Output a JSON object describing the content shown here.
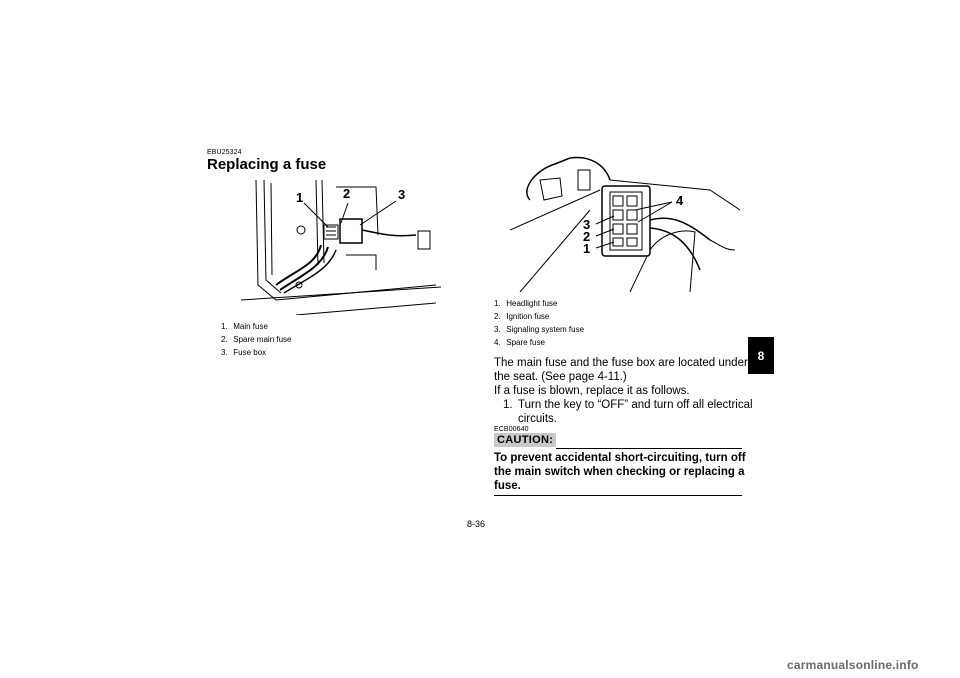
{
  "section": {
    "code": "EBU25324",
    "title": "Replacing a fuse"
  },
  "figure_left": {
    "callouts": [
      "1",
      "2",
      "3"
    ],
    "legend": [
      {
        "num": "1.",
        "text": "Main fuse"
      },
      {
        "num": "2.",
        "text": "Spare main fuse"
      },
      {
        "num": "3.",
        "text": "Fuse box"
      }
    ]
  },
  "figure_right": {
    "callouts": [
      "4",
      "3",
      "2",
      "1"
    ],
    "legend": [
      {
        "num": "1.",
        "text": "Headlight fuse"
      },
      {
        "num": "2.",
        "text": "Ignition fuse"
      },
      {
        "num": "3.",
        "text": "Signaling system fuse"
      },
      {
        "num": "4.",
        "text": "Spare fuse"
      }
    ]
  },
  "body": {
    "para1_line1": "The main fuse and the fuse box are located under",
    "para1_line2": "the seat. (See page 4-11.)",
    "para2": "If a fuse is blown, replace it as follows.",
    "step1_num": "1.",
    "step1_line1": "Turn the key to “OFF” and turn off all electrical",
    "step1_line2": "circuits."
  },
  "caution": {
    "code": "ECB00640",
    "label": "CAUTION:",
    "line1": "To prevent accidental short-circuiting, turn off",
    "line2": "the main switch when checking or replacing a",
    "line3": "fuse."
  },
  "page_number": "8-36",
  "chapter_tab": "8",
  "footer": "carmanualsonline.info"
}
